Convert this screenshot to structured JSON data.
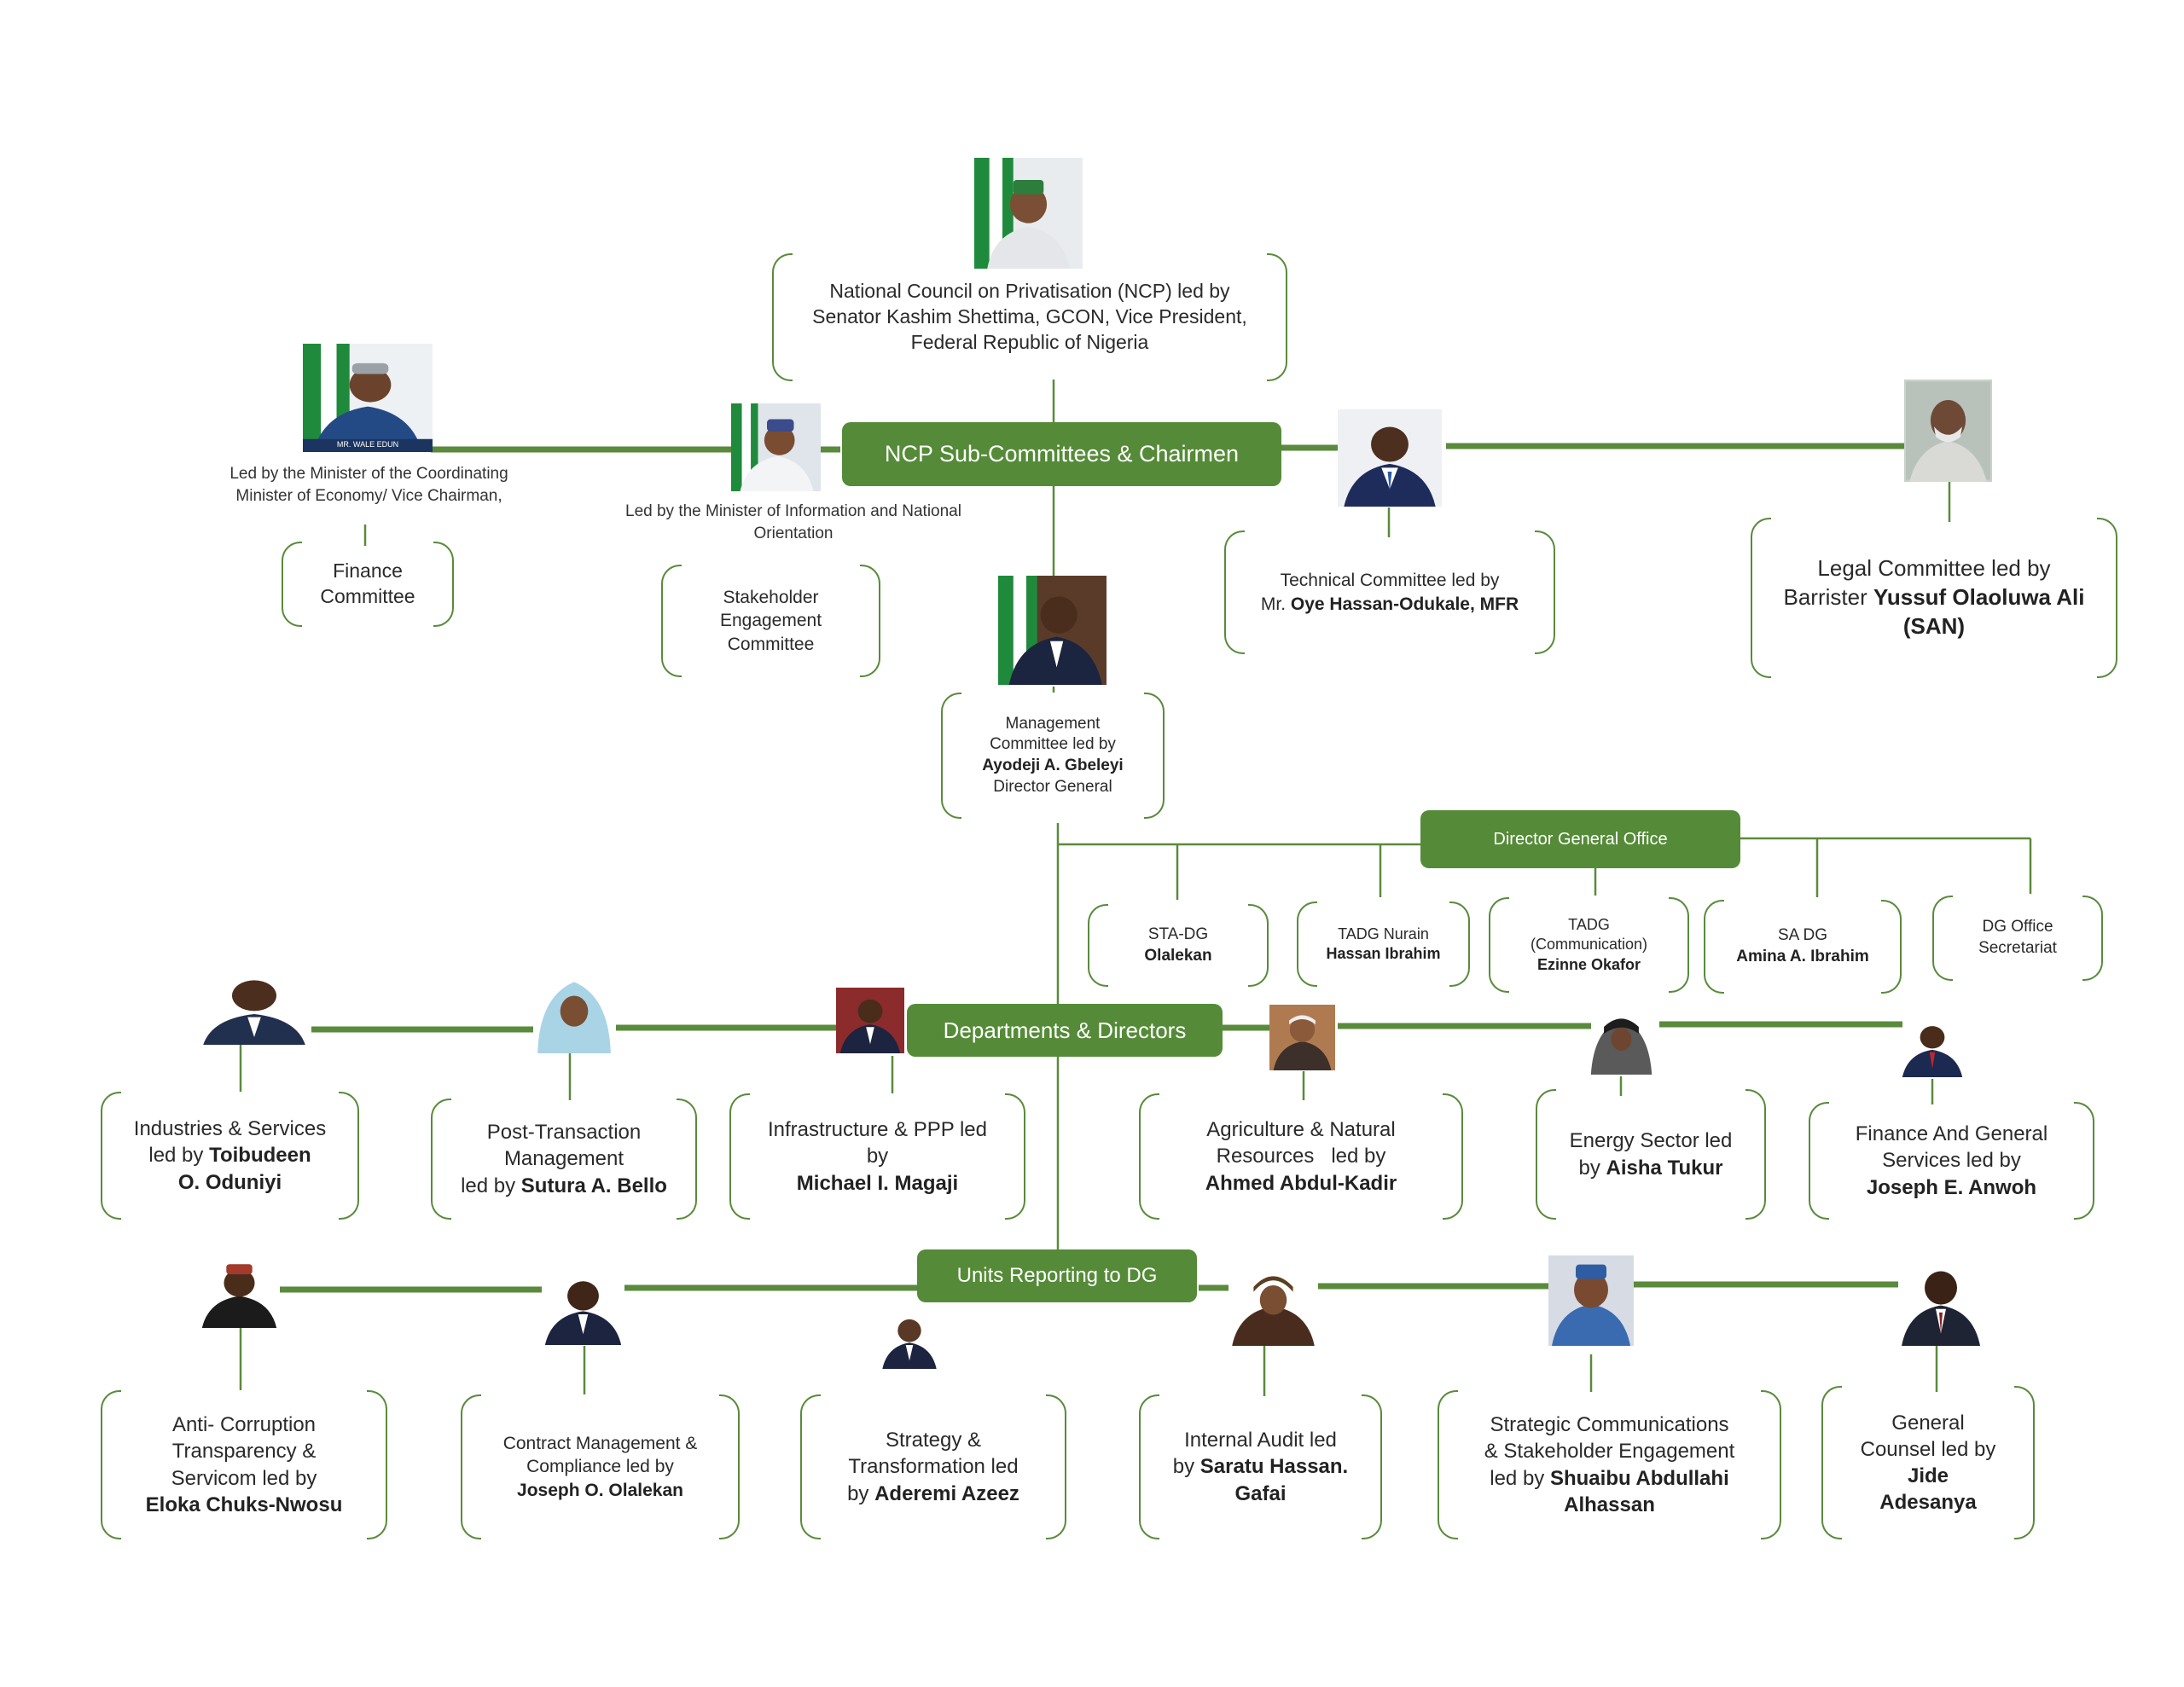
{
  "colors": {
    "green": "#558b38",
    "line": "#5a8a3c",
    "flag_green": "#1f8a3b"
  },
  "top": {
    "pre": "National Council on Privatisation (NCP) led by",
    "line2": "Senator Kashim Shettima, GCON, Vice President,",
    "line3": "Federal Republic of Nigeria"
  },
  "hubs": {
    "subcommittees": "NCP Sub-Committees & Chairmen",
    "dg_office": "Director General Office",
    "departments": "Departments & Directors",
    "units": "Units Reporting to DG"
  },
  "subcommittees": {
    "finance": {
      "caption1": "Led by the Minister of the Coordinating",
      "caption2": "Minister of Economy/ Vice Chairman,",
      "photo_label": "MR. WALE EDUN",
      "l1": "Finance",
      "l2": "Committee"
    },
    "stakeholder": {
      "caption1": "Led by the Minister of Information and National",
      "caption2": "Orientation",
      "l1": "Stakeholder",
      "l2": "Engagement",
      "l3": "Committee"
    },
    "technical": {
      "l1": "Technical Committee led by",
      "pre": "Mr. ",
      "name": "Oye Hassan-Odukale, MFR"
    },
    "legal": {
      "l1": "Legal Committee led by",
      "pre": "Barrister ",
      "name": "Yussuf Olaoluwa Ali",
      "name2": "(SAN)"
    },
    "management": {
      "l1": "Management",
      "l2": "Committee led by",
      "name": "Ayodeji A. Gbeleyi",
      "l4": "Director General"
    }
  },
  "dg_office": [
    {
      "l1": "STA-DG",
      "name": "Olalekan"
    },
    {
      "l1": "TADG Nurain",
      "name": "Hassan Ibrahim"
    },
    {
      "l1": "TADG",
      "l2": "(Communication)",
      "name": "Ezinne Okafor"
    },
    {
      "l1": "SA DG",
      "name": "Amina A. Ibrahim"
    },
    {
      "l1": "DG Office",
      "l2": "Secretariat"
    }
  ],
  "departments": [
    {
      "l1": "Industries & Services",
      "pre": "led by ",
      "name": "Toibudeen",
      "name2": "O. Oduniyi"
    },
    {
      "l1": "Post-Transaction",
      "l2": "Management",
      "pre": "led by ",
      "name": "Sutura A. Bello"
    },
    {
      "l1": "Infrastructure & PPP led",
      "l2": "by",
      "name": "Michael I. Magaji"
    },
    {
      "l1": "Agriculture & Natural",
      "l2": "Resources   led by",
      "name": "Ahmed Abdul-Kadir"
    },
    {
      "l1": "Energy Sector led",
      "pre": "by ",
      "name": "Aisha Tukur"
    },
    {
      "l1": "Finance And General",
      "l2": "Services led by",
      "name": "Joseph E. Anwoh"
    }
  ],
  "units": [
    {
      "l1": "Anti- Corruption",
      "l2": "Transparency &",
      "l3": "Servicom led by",
      "name": "Eloka Chuks-Nwosu"
    },
    {
      "l1": "Contract Management &",
      "l2": "Compliance led by",
      "name": "Joseph O. Olalekan"
    },
    {
      "l1": "Strategy &",
      "l2": "Transformation led",
      "pre": "by ",
      "name": "Aderemi Azeez"
    },
    {
      "l1": "Internal Audit led",
      "pre": "by ",
      "name": "Saratu Hassan.",
      "name2": "Gafai"
    },
    {
      "l1": "Strategic Communications",
      "l2": "& Stakeholder Engagement",
      "pre": "led by ",
      "name": "Shuaibu Abdullahi",
      "name2": "Alhassan"
    },
    {
      "l1": "General",
      "l2": "Counsel led by",
      "name": "Jide",
      "name2": "Adesanya"
    }
  ]
}
